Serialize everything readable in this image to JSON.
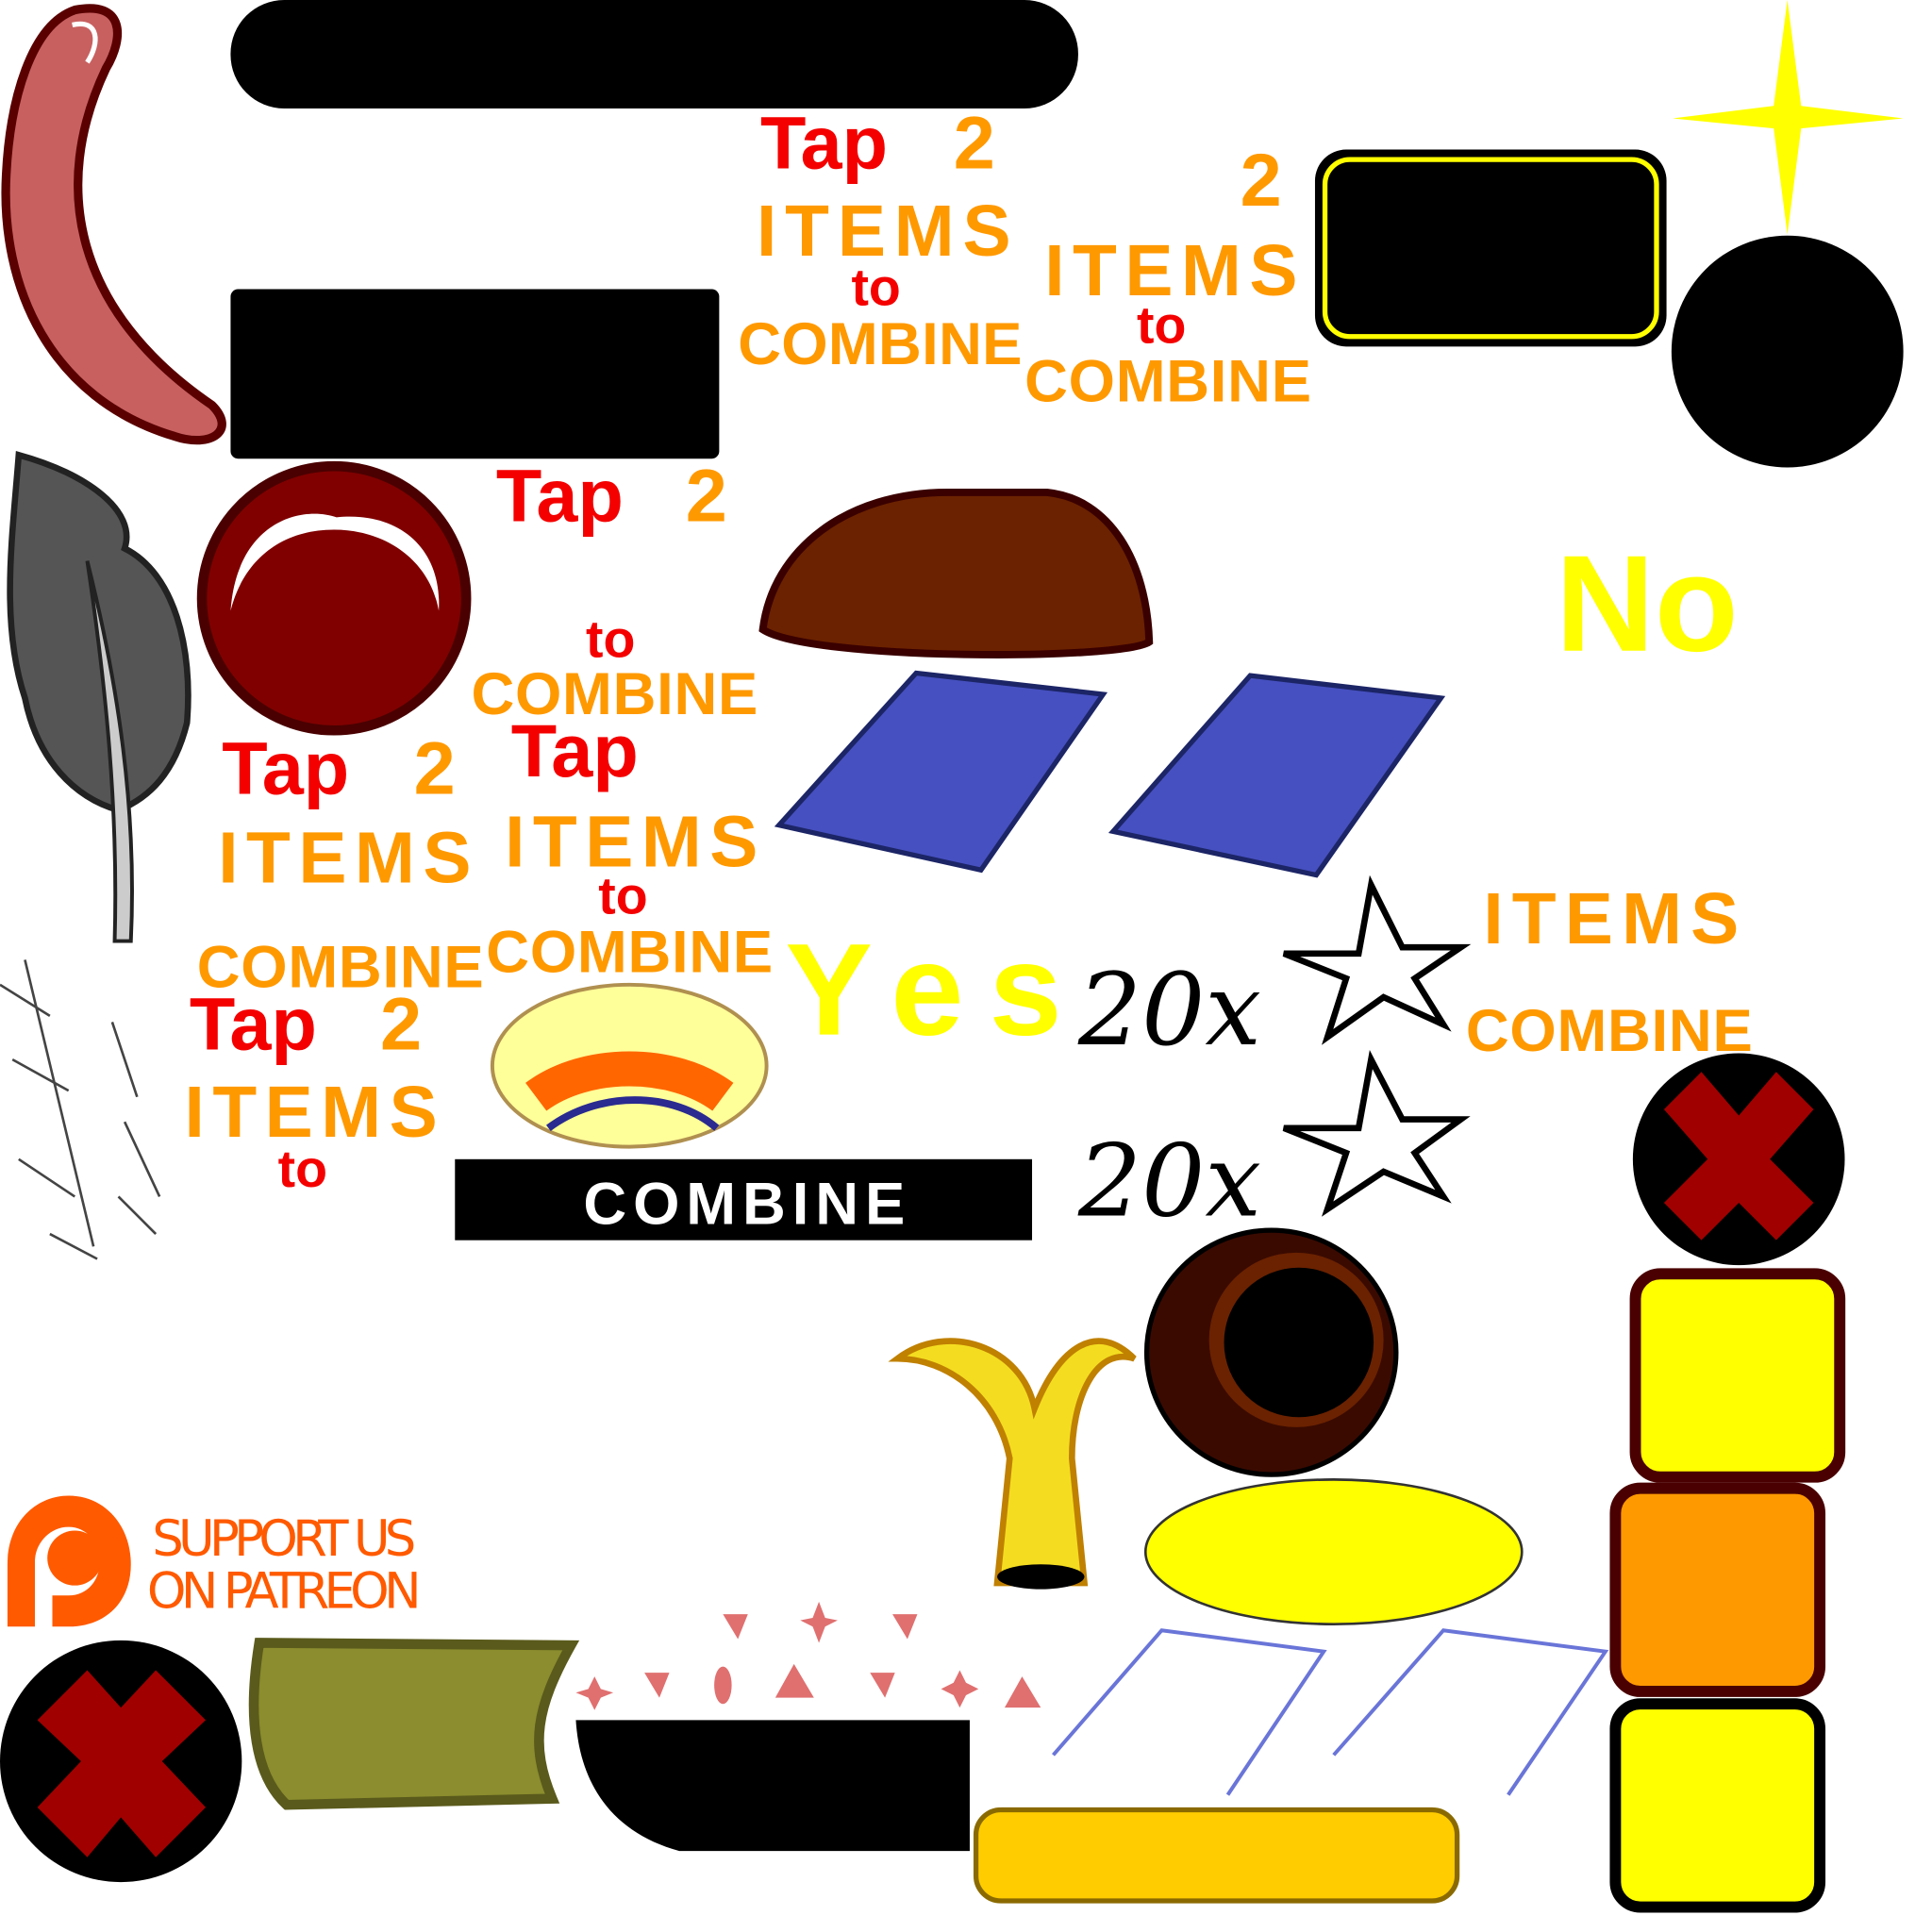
{
  "colors": {
    "red": "#f40000",
    "orange": "#ff9900",
    "yellow": "#ffff00",
    "patreon": "#ff5a00",
    "blue": "#4650c0",
    "maroon": "#800000",
    "brown": "#6b2200",
    "olive": "#8b8d2e",
    "gold": "#ffcc00"
  },
  "labels": {
    "tap": "Tap",
    "two": "2",
    "items": "ITEMS",
    "to": "to",
    "combine": "COMBINE",
    "no": "No",
    "yes": "Yes",
    "twenty_x": "20x",
    "combine_bar": "COMBINE",
    "patreon_line1": "SUPPORT US",
    "patreon_line2": "ON PATREON"
  },
  "icons": [
    "hook-icon",
    "feather-icon",
    "feather-sketch-icon",
    "sparkle-icon",
    "close-x-icon",
    "star-icon",
    "headdress-icon",
    "jester-hat-icon",
    "pot-icon",
    "patreon-logo-icon",
    "goblet-icon",
    "arrow-icon"
  ]
}
